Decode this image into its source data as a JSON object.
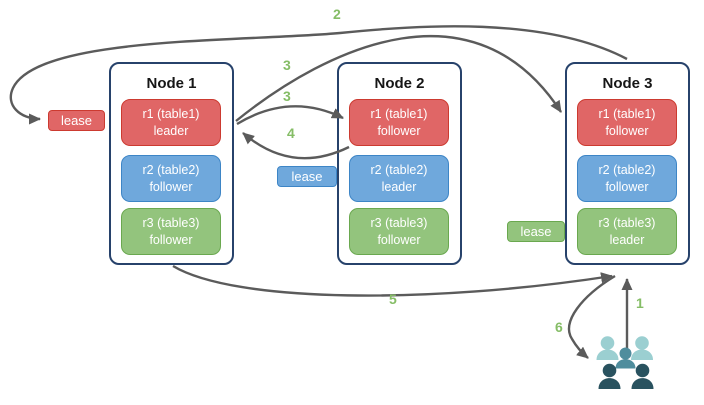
{
  "nodes": [
    {
      "title": "Node 1",
      "replicas": [
        {
          "name": "r1 (table1)",
          "role": "leader",
          "color": "red"
        },
        {
          "name": "r2 (table2)",
          "role": "follower",
          "color": "blue"
        },
        {
          "name": "r3 (table3)",
          "role": "follower",
          "color": "green"
        }
      ]
    },
    {
      "title": "Node 2",
      "replicas": [
        {
          "name": "r1 (table1)",
          "role": "follower",
          "color": "red"
        },
        {
          "name": "r2 (table2)",
          "role": "leader",
          "color": "blue"
        },
        {
          "name": "r3 (table3)",
          "role": "follower",
          "color": "green"
        }
      ]
    },
    {
      "title": "Node 3",
      "replicas": [
        {
          "name": "r1 (table1)",
          "role": "follower",
          "color": "red"
        },
        {
          "name": "r2 (table2)",
          "role": "follower",
          "color": "blue"
        },
        {
          "name": "r3 (table3)",
          "role": "leader",
          "color": "green"
        }
      ]
    }
  ],
  "leases": [
    {
      "label": "lease",
      "color": "red"
    },
    {
      "label": "lease",
      "color": "blue"
    },
    {
      "label": "lease",
      "color": "green"
    }
  ],
  "arrow_labels": {
    "step1": "1",
    "step2": "2",
    "step3a": "3",
    "step3b": "3",
    "step4": "4",
    "step5": "5",
    "step6": "6"
  },
  "icons": {
    "users": "users-group-icon"
  },
  "colors": {
    "red_fill": "#E06666",
    "red_border": "#CC3A30",
    "blue_fill": "#6FA8DC",
    "blue_border": "#3D85C6",
    "green_fill": "#93C47D",
    "green_border": "#6AA84F",
    "node_border": "#27426B",
    "arrow": "#5B5B5B",
    "label_green": "#85BD66",
    "users_light": "#9BCFD1",
    "users_mid": "#4F8D9D",
    "users_dark": "#29525F"
  }
}
